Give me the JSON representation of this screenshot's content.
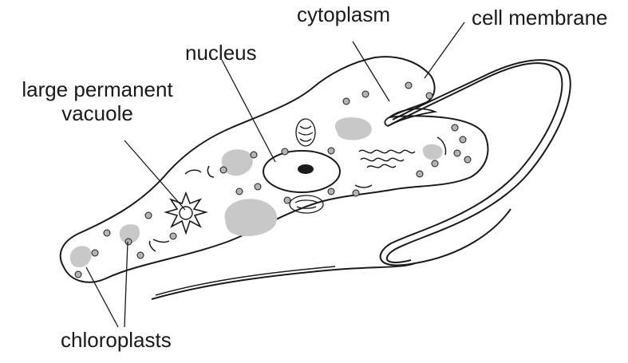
{
  "diagram": {
    "labels": {
      "cytoplasm": "cytoplasm",
      "cell_membrane": "cell membrane",
      "nucleus": "nucleus",
      "vacuole_line1": "large permanent",
      "vacuole_line2": "vacuole",
      "chloroplasts": "chloroplasts"
    },
    "colors": {
      "outline": "#1a1a1a",
      "chloroplast_fill": "#c8c8c8",
      "granule_fill": "#b3b3b3",
      "background": "#ffffff"
    }
  }
}
